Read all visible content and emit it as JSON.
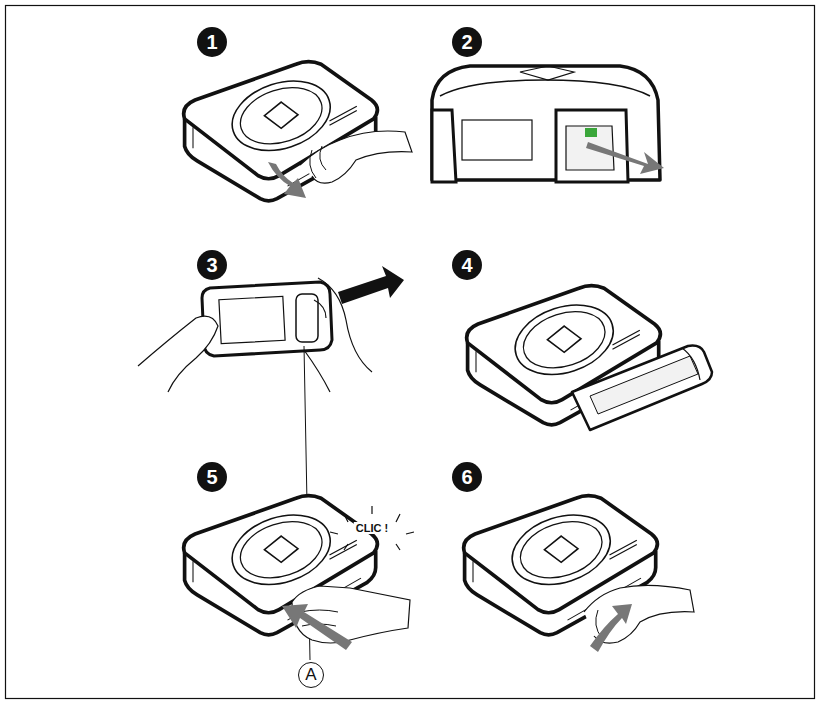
{
  "diagram": {
    "labels": [
      "1",
      "2",
      "3",
      "4",
      "5",
      "6",
      "A",
      "CLIC !"
    ]
  }
}
